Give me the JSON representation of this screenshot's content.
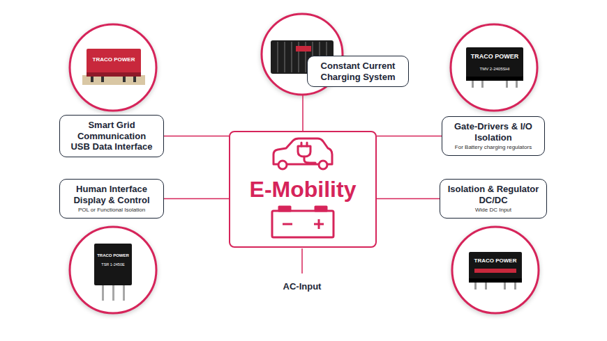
{
  "diagram": {
    "nodes": [
      {
        "text": [
          "E-Mobility"
        ]
      },
      {
        "text": [
          "Constant Current Charging System"
        ]
      },
      {
        "text": [
          "Smart Grid Communication USB Data Interface"
        ]
      },
      {
        "text": [
          "Gate-Drivers & I/O Isolation",
          "For Battery charging regulators"
        ]
      },
      {
        "text": [
          "Human Interface Display & Control",
          "POL or Functional Isolation"
        ]
      },
      {
        "text": [
          "Isolation & Regulator DC/DC",
          "Wide DC Input"
        ]
      }
    ],
    "edges": [
      {
        "from": 0,
        "to": 1,
        "arrow": "none"
      },
      {
        "from": 0,
        "to": 2,
        "arrow": "none"
      },
      {
        "from": 0,
        "to": 3,
        "arrow": "none"
      },
      {
        "from": 0,
        "to": 4,
        "arrow": "none"
      },
      {
        "from": 0,
        "to": 5,
        "arrow": "none"
      }
    ],
    "labels": [
      "TRACO POWER",
      "TRACO POWER",
      "TMV 2-2405SHI",
      "TRACO POWER",
      "TSR 1-2450E",
      "TRACO POWER",
      "AC-Input"
    ]
  }
}
